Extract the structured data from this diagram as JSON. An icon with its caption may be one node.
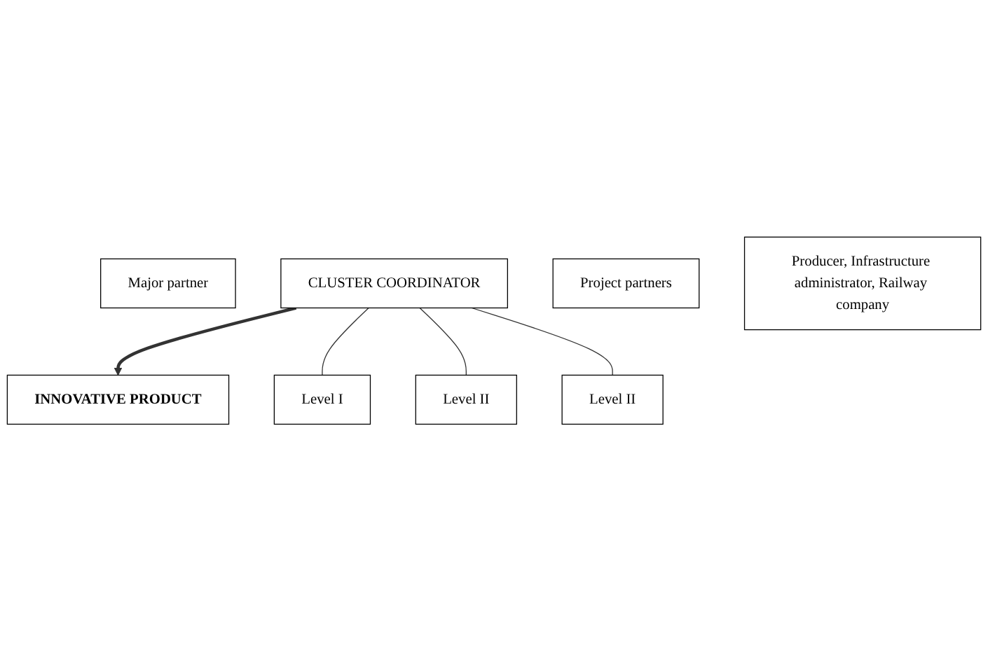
{
  "diagram": {
    "nodes": [
      {
        "text": [
          "INNOVATIVE PRODUCT"
        ]
      },
      {
        "text": [
          "Major partner"
        ]
      },
      {
        "text": [
          "CLUSTER COORDINATOR"
        ]
      },
      {
        "text": [
          "Project partners"
        ]
      },
      {
        "text": [
          "Level I"
        ]
      },
      {
        "text": [
          "Producer, Infrastructure administrator, Railway company"
        ]
      },
      {
        "text": [
          "Level II"
        ]
      },
      {
        "text": [
          "Level II"
        ]
      }
    ],
    "edges": [
      {
        "from": 2,
        "to": 0,
        "arrow": "to",
        "style": "thick"
      },
      {
        "from": 2,
        "to": 4,
        "arrow": "none"
      },
      {
        "from": 2,
        "to": 6,
        "arrow": "none"
      },
      {
        "from": 2,
        "to": 7,
        "arrow": "none"
      }
    ]
  }
}
